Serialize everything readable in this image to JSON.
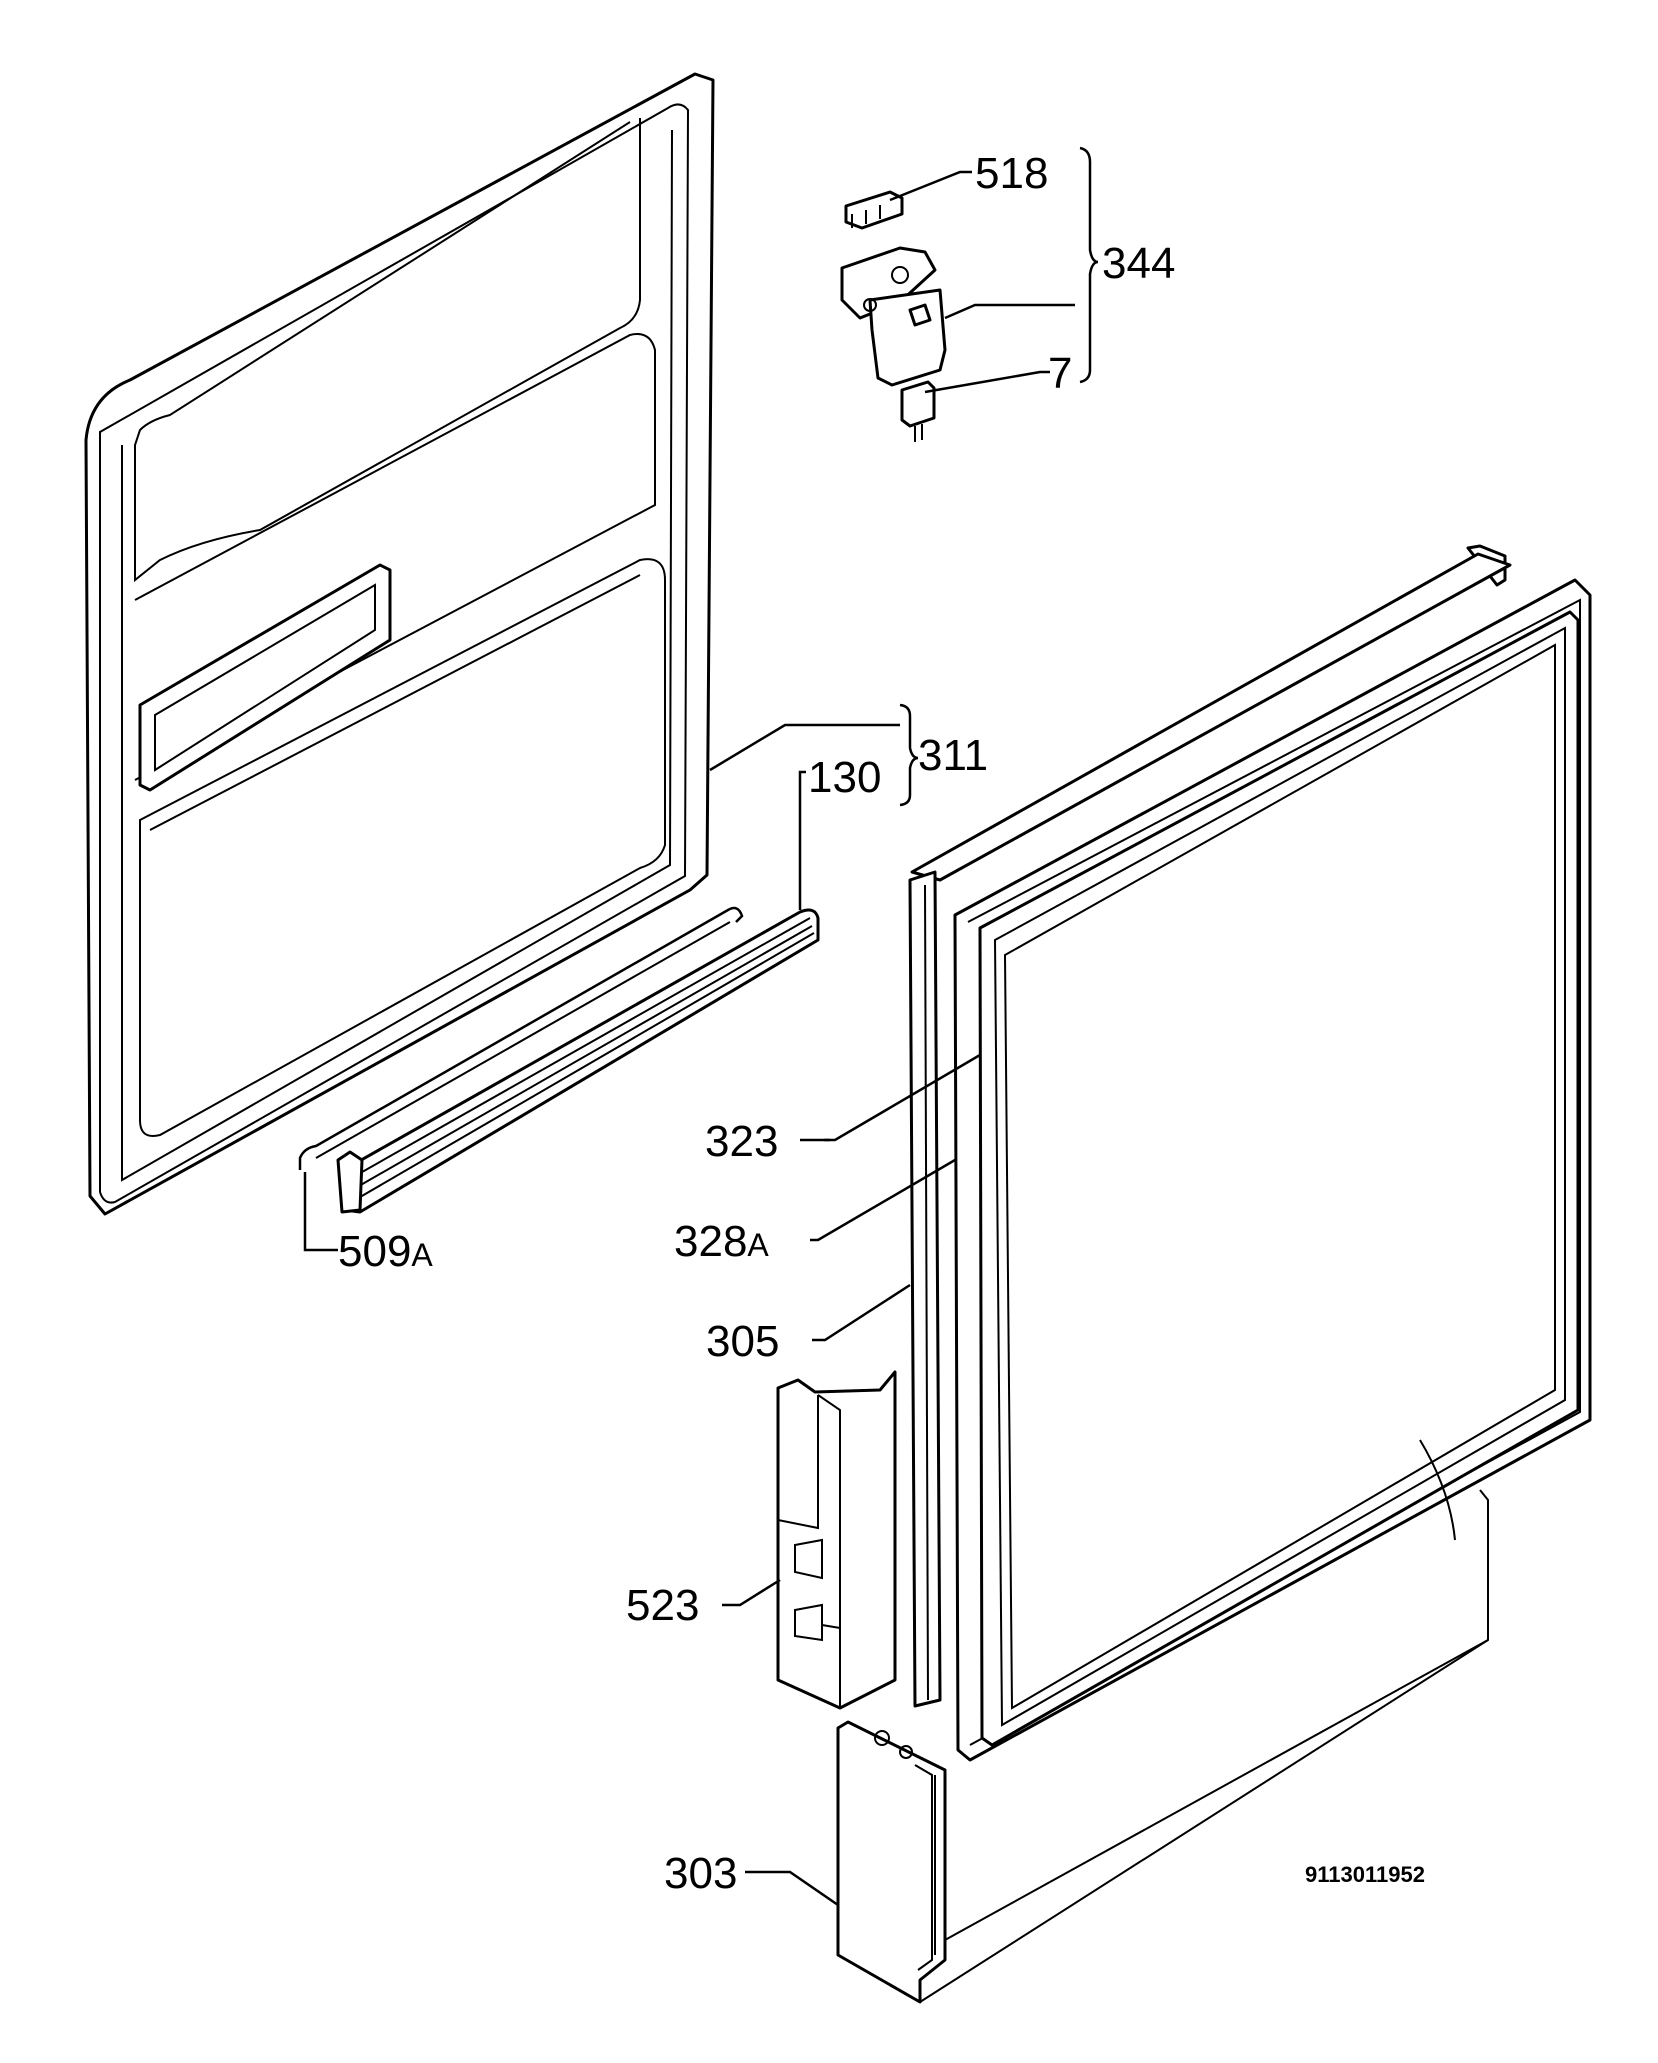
{
  "labels": {
    "p518": "518",
    "p344": "344",
    "p7": "7",
    "p311": "311",
    "p130": "130",
    "p509": "509",
    "p509_suffix": "A",
    "p323": "323",
    "p328": "328",
    "p328_suffix": "A",
    "p305": "305",
    "p523": "523",
    "p303": "303"
  },
  "drawing_code": "9113011952",
  "colors": {
    "line": "#000000",
    "background": "#ffffff"
  }
}
